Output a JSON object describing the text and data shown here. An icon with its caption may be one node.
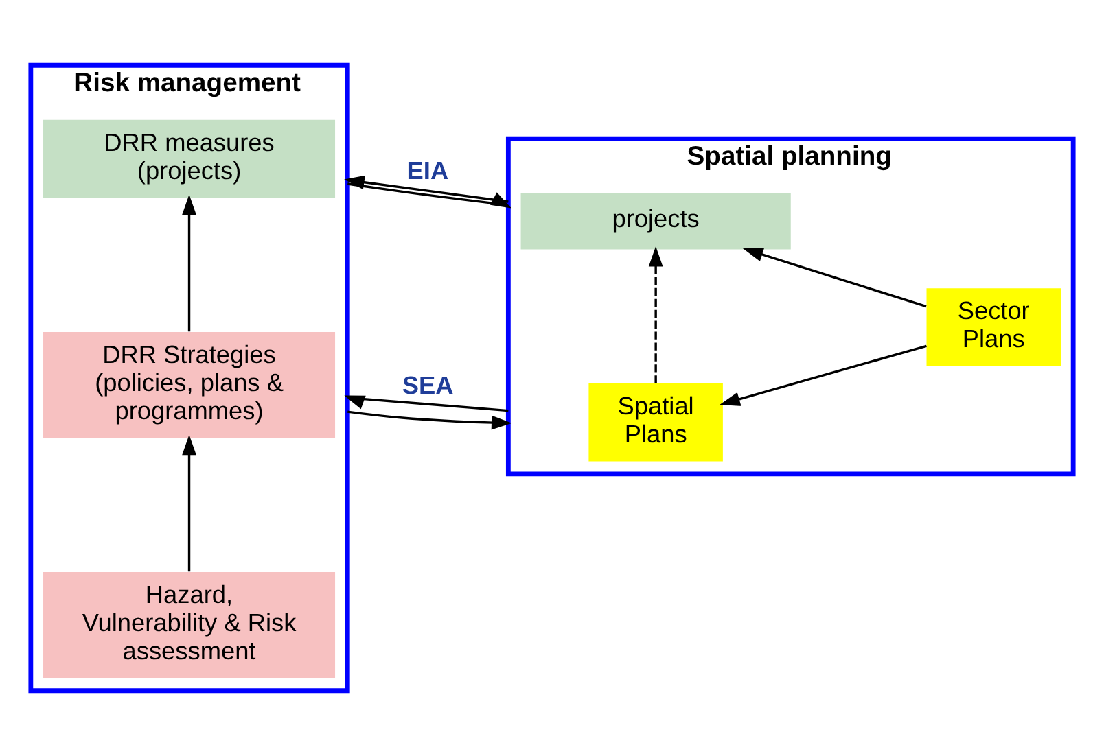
{
  "diagram": {
    "nodes": [
      {
        "text": [
          "Risk management"
        ]
      },
      {
        "text": [
          "Hazard, Vulnerability & Risk assessment"
        ],
        "in": 0
      },
      {
        "text": [
          "DRR Strategies (policies, plans & programmes)"
        ],
        "in": 0
      },
      {
        "text": [
          "DRR measures (projects)"
        ],
        "in": 0
      },
      {
        "text": [
          "Spatial planning"
        ]
      },
      {
        "text": [
          "Spatial Plans"
        ],
        "in": 4
      },
      {
        "text": [
          "Sector Plans"
        ],
        "in": 4
      },
      {
        "text": [
          "projects"
        ],
        "in": 4
      }
    ],
    "edges": [
      {
        "from": 1,
        "to": 2,
        "arrow": "to"
      },
      {
        "from": 2,
        "to": 3,
        "arrow": "to"
      },
      {
        "from": 4,
        "to": 0,
        "arrow": "to",
        "label": "SEA"
      },
      {
        "from": 0,
        "to": 4,
        "arrow": "to"
      },
      {
        "from": 4,
        "to": 0,
        "arrow": "to",
        "label": "EIA"
      },
      {
        "from": 0,
        "to": 4,
        "arrow": "to"
      },
      {
        "from": 6,
        "to": 5,
        "arrow": "to"
      },
      {
        "from": 5,
        "to": 7,
        "arrow": "to",
        "style": "dashed"
      },
      {
        "from": 6,
        "to": 7,
        "arrow": "to"
      }
    ]
  }
}
